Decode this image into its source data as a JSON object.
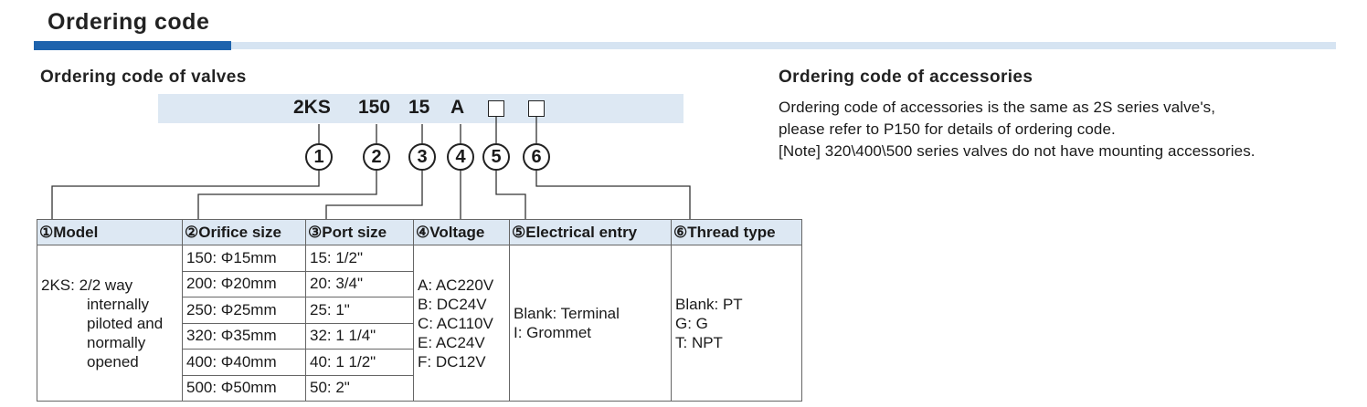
{
  "page": {
    "title": "Ordering code",
    "colors": {
      "accent_dark": "#1e63ad",
      "accent_light": "#d6e4f2",
      "band": "#dde8f3"
    }
  },
  "valves": {
    "heading": "Ordering code of valves",
    "code": {
      "model": "2KS",
      "orifice": "150",
      "port": "15",
      "voltage": "A"
    },
    "markers": [
      "1",
      "2",
      "3",
      "4",
      "5",
      "6"
    ],
    "table": {
      "headers": [
        "①Model",
        "②Orifice size",
        "③Port size",
        "④Voltage",
        "⑤Electrical entry",
        "⑥Thread type"
      ],
      "model": {
        "code": "2KS: 2/2 way",
        "desc_lines": [
          "internally",
          "piloted and",
          "normally",
          "opened"
        ]
      },
      "orifice": [
        "150: Φ15mm",
        "200: Φ20mm",
        "250: Φ25mm",
        "320: Φ35mm",
        "400: Φ40mm",
        "500: Φ50mm"
      ],
      "port": [
        "15: 1/2\"",
        "20: 3/4\"",
        "25: 1\"",
        "32: 1 1/4\"",
        "40: 1 1/2\"",
        "50: 2\""
      ],
      "voltage": [
        "A: AC220V",
        "B: DC24V",
        "C: AC110V",
        "E: AC24V",
        "F: DC12V"
      ],
      "entry": [
        "Blank: Terminal",
        "I: Grommet"
      ],
      "thread": [
        "Blank: PT",
        "G: G",
        "T: NPT"
      ]
    }
  },
  "accessories": {
    "heading": "Ordering code of accessories",
    "lines": [
      "Ordering code of accessories is the same as 2S series valve's,",
      "please refer to P150 for details of ordering code.",
      "[Note] 320\\400\\500 series valves do not have mounting accessories."
    ]
  }
}
